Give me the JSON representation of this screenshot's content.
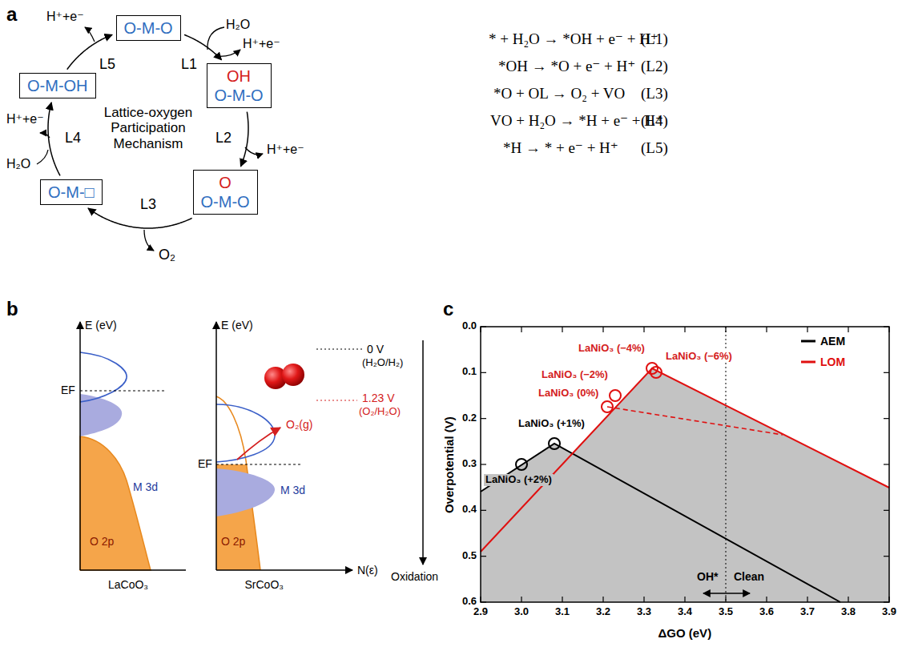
{
  "diagram": {
    "nodes": [
      {
        "text": [
          "O-M-O"
        ]
      },
      {
        "text": [
          "OH",
          "O-M-O"
        ]
      },
      {
        "text": [
          "O",
          "O-M-O"
        ]
      },
      {
        "text": [
          "O-M-□"
        ]
      },
      {
        "text": [
          "O-M-OH"
        ]
      }
    ],
    "edges": [
      {
        "from": 0,
        "to": 1,
        "arrow": "to",
        "label": "L1"
      },
      {
        "from": 1,
        "to": 2,
        "arrow": "to",
        "label": "L2"
      },
      {
        "from": 2,
        "to": 3,
        "arrow": "to",
        "label": "L3"
      },
      {
        "from": 3,
        "to": 4,
        "arrow": "to",
        "label": "L4"
      },
      {
        "from": 4,
        "to": 0,
        "arrow": "to",
        "label": "L5"
      }
    ],
    "labels": [
      "a",
      "Lattice-oxygen Participation Mechanism",
      "H₂O",
      "H⁺+e⁻",
      "H⁺+e⁻",
      "O₂",
      "H₂O",
      "H⁺+e⁻",
      "H⁺+e⁻",
      "* + H₂O → *OH + e⁻ + H⁺",
      "(L1)",
      "*OH → *O + e⁻ + H⁺",
      "(L2)",
      "*O + OL → O₂ + VO",
      "(L3)",
      "VO + H₂O → *H + e⁻ + H⁺",
      "(L4)",
      "*H → * + e⁻ + H⁺",
      "(L5)",
      "b",
      "E (eV)",
      "EF",
      "M 3d",
      "O 2p",
      "LaCoO₃",
      "E (eV)",
      "EF",
      "M 3d",
      "O 2p",
      "SrCoO₃",
      "N(ε)",
      "O₂(g)",
      "0 V",
      "(H₂O/H₂)",
      "1.23 V",
      "(O₂/H₂O)",
      "Oxidation",
      "c",
      "0.0",
      "0.1",
      "0.2",
      "0.3",
      "0.4",
      "0.5",
      "0.6",
      "2.9",
      "3.0",
      "3.1",
      "3.2",
      "3.3",
      "3.4",
      "3.5",
      "3.6",
      "3.7",
      "3.8",
      "3.9",
      "Overpotential (V)",
      "ΔGO (eV)",
      "LaNiO₃ (+2%)",
      "LaNiO₃ (+1%)",
      "LaNiO₃ (0%)",
      "LaNiO₃ (−2%)",
      "LaNiO₃ (−4%)",
      "LaNiO₃ (−6%)",
      "OH*",
      "Clean"
    ],
    "legend": [
      {
        "text": "AEM"
      },
      {
        "text": "LOM"
      }
    ]
  }
}
